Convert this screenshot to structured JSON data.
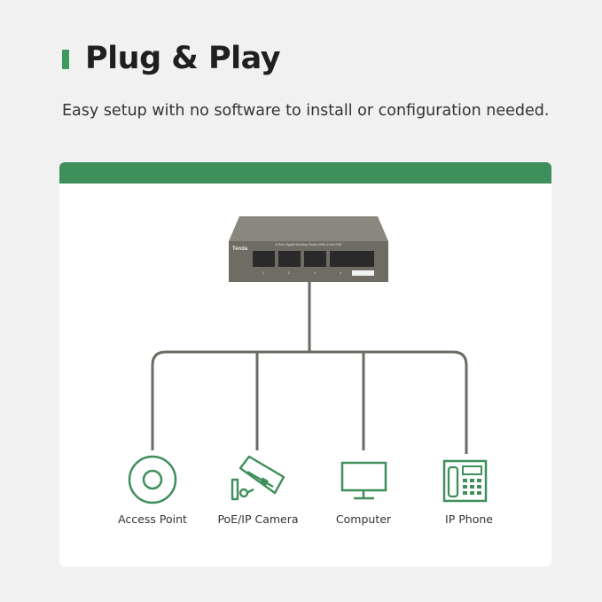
{
  "header": {
    "title": "Plug & Play",
    "subtitle": "Easy setup with no software to install or configuration needed."
  },
  "switch": {
    "brand": "Tenda",
    "model_text": "5-Port Gigabit Desktop Switch With 4-Port PoE",
    "port_numbers": [
      "1",
      "2",
      "3",
      "4"
    ]
  },
  "devices": [
    {
      "label": "Access Point",
      "icon": "access-point-icon"
    },
    {
      "label": "PoE/IP Camera",
      "icon": "camera-icon"
    },
    {
      "label": "Computer",
      "icon": "computer-icon"
    },
    {
      "label": "IP Phone",
      "icon": "phone-icon"
    }
  ],
  "colors": {
    "accent": "#3f8f5a",
    "line": "#6b6b63"
  }
}
